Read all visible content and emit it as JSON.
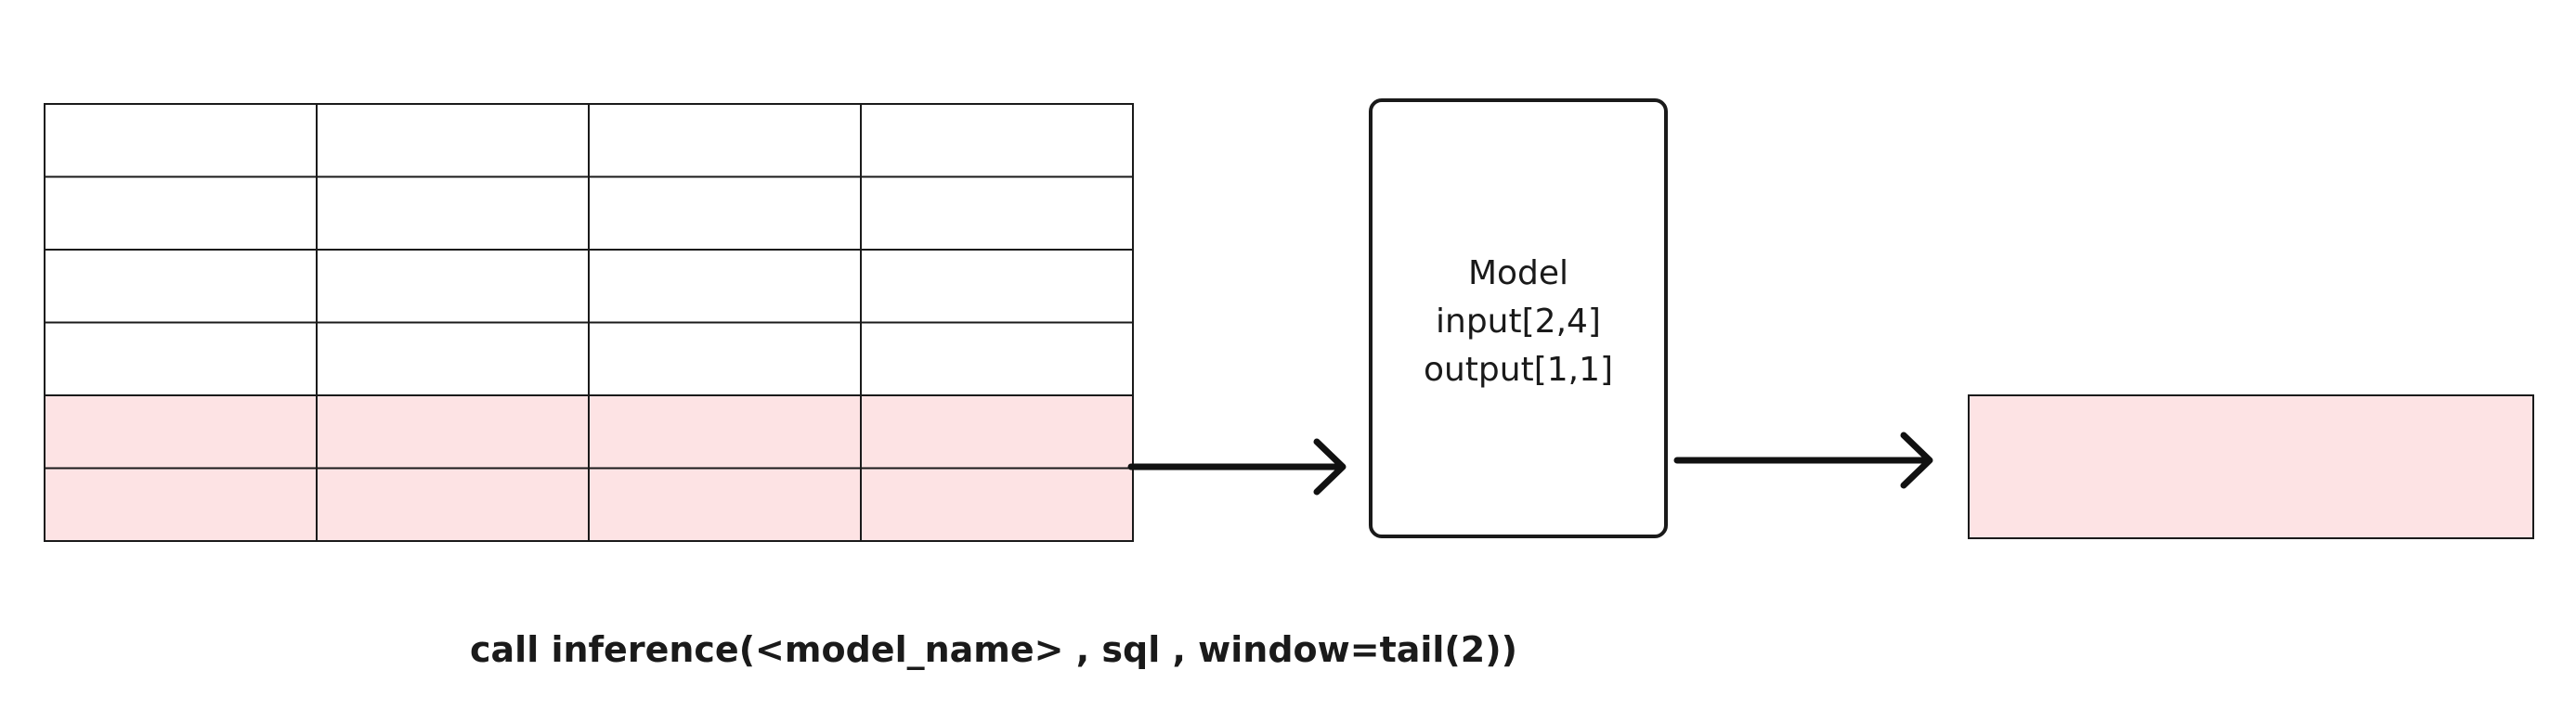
{
  "input_table": {
    "rows": 6,
    "columns": 4,
    "highlighted_rows": [
      4,
      5
    ],
    "highlight_color": "#fde3e4"
  },
  "model_box": {
    "lines": [
      "Model",
      "input[2,4]",
      "output[1,1]"
    ]
  },
  "output_box": {
    "color": "#fde3e4"
  },
  "caption": "call inference(<model_name> , sql , window=tail(2))"
}
